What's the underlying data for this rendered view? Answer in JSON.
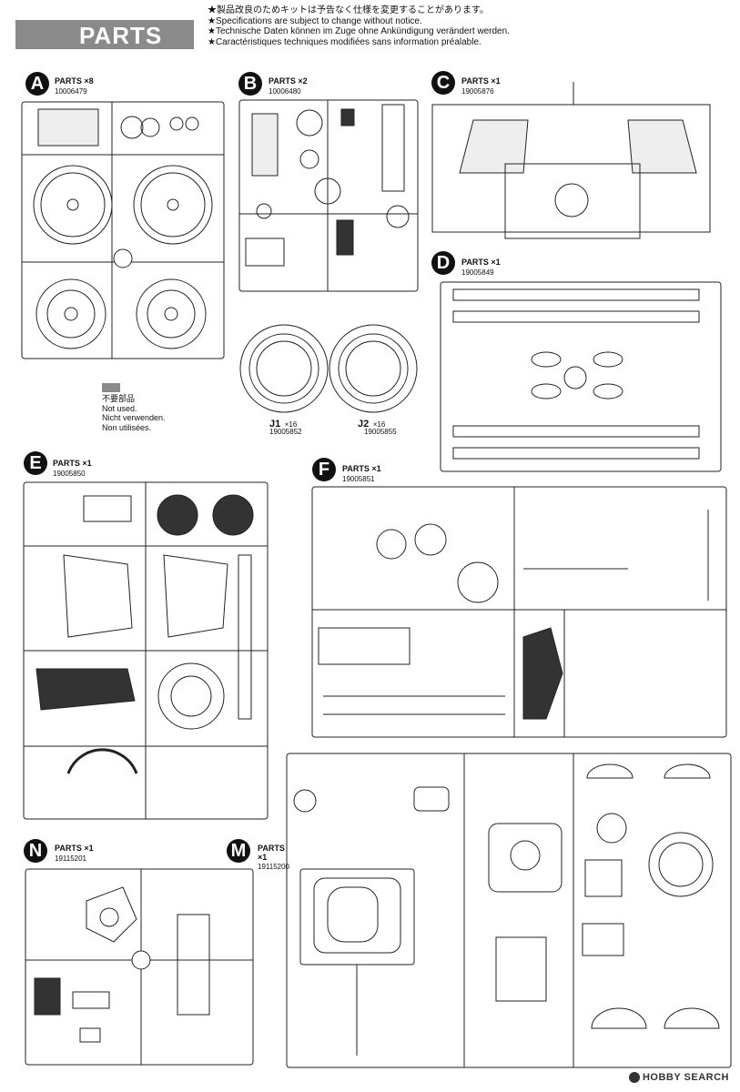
{
  "header": {
    "title": "PARTS",
    "notices": [
      "★製品改良のためキットは予告なく仕様を変更することがあります。",
      "★Specifications are subject to change without notice.",
      "★Technische Daten können im Zuge ohne Ankündigung verändert werden.",
      "★Caractéristiques techniques modifiées sans information préalable."
    ]
  },
  "legend": {
    "unused_lines": [
      "不要部品",
      "Not used.",
      "Nicht verwenden.",
      "Non utilisées."
    ]
  },
  "sprues": {
    "A": {
      "letter": "A",
      "title": "PARTS ×8",
      "code": "10006479"
    },
    "B": {
      "letter": "B",
      "title": "PARTS ×2",
      "code": "10006480"
    },
    "C": {
      "letter": "C",
      "title": "PARTS ×1",
      "code": "19005876"
    },
    "D": {
      "letter": "D",
      "title": "PARTS ×1",
      "code": "19005849"
    },
    "E": {
      "letter": "E",
      "title": "PARTS ×1",
      "code": "19005850"
    },
    "F": {
      "letter": "F",
      "title": "PARTS ×1",
      "code": "19005851"
    },
    "N": {
      "letter": "N",
      "title": "PARTS ×1",
      "code": "19115201"
    },
    "M": {
      "letter": "M",
      "title": "PARTS",
      "title2": "×1",
      "code": "19115200"
    }
  },
  "tires": {
    "J1": {
      "label": "J1",
      "qty": "×16",
      "code": "19005852"
    },
    "J2": {
      "label": "J2",
      "qty": "×16",
      "code": "19005855"
    }
  },
  "footer": {
    "brand": "HOBBY SEARCH"
  }
}
